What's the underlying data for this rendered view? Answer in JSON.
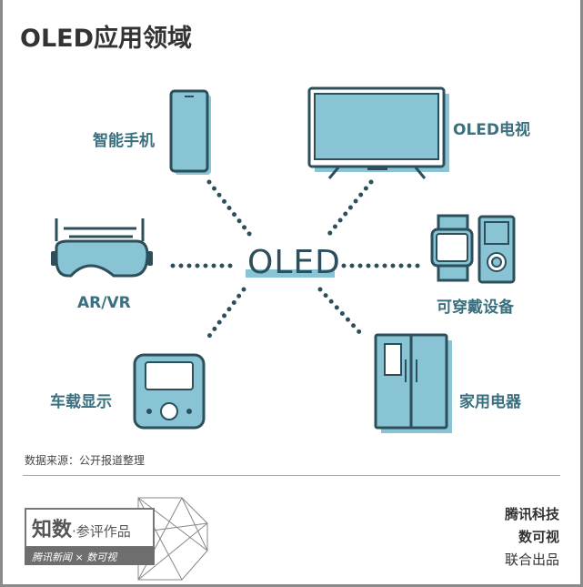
{
  "title": "OLED应用领域",
  "center_label": "OLED",
  "applications": [
    {
      "label": "智能手机"
    },
    {
      "label": "OLED电视"
    },
    {
      "label": "AR/VR"
    },
    {
      "label": "可穿戴设备"
    },
    {
      "label": "车载显示"
    },
    {
      "label": "家用电器"
    }
  ],
  "source": "数据来源：公开报道整理",
  "badge": {
    "main": "知数",
    "sub": "·参评作品",
    "partners": "腾讯新闻 × 数可视"
  },
  "credits": [
    "腾讯科技",
    "数可视",
    "联合出品"
  ],
  "colors": {
    "dark": "#2d4f5c",
    "fill": "#88c4d4",
    "label": "#3a7080"
  }
}
